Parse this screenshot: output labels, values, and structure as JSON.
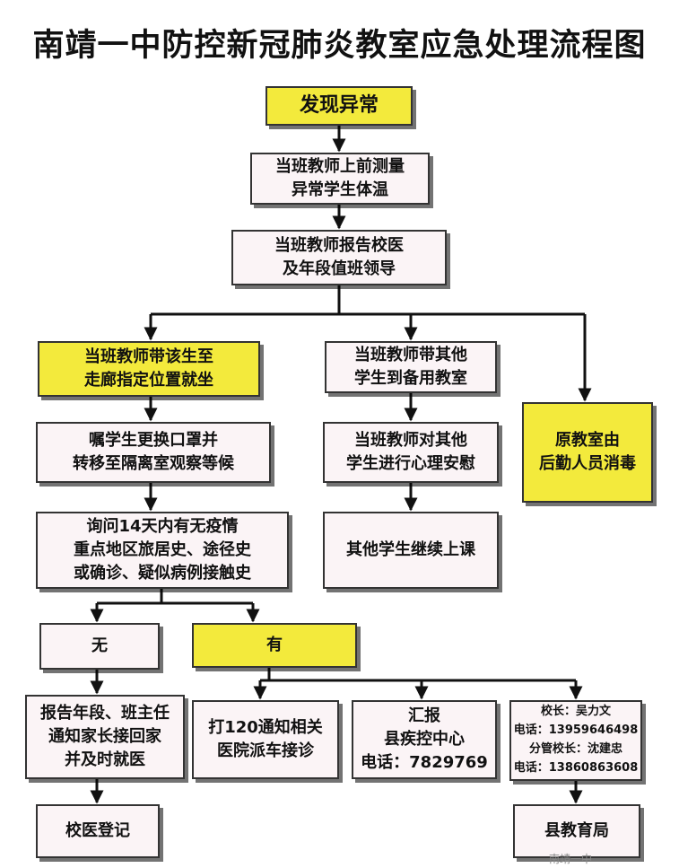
{
  "title": "南靖一中防控新冠肺炎教室应急处理流程图",
  "nodes": {
    "discover": "发现异常",
    "measure": "当班教师上前测量\n异常学生体温",
    "report_doctor": "当班教师报告校医\n及年段值班领导",
    "escort_student": "当班教师带该生至\n走廊指定位置就坐",
    "escort_others": "当班教师带其他\n学生到备用教室",
    "disinfect": "原教室由\n后勤人员消毒",
    "mask_isolate": "嘱学生更换口罩并\n转移至隔离室观察等候",
    "counsel": "当班教师对其他\n学生进行心理安慰",
    "inquire": "询问14天内有无疫情\n重点地区旅居史、途径史\n或确诊、疑似病例接触史",
    "continue_class": "其他学生继续上课",
    "no": "无",
    "yes": "有",
    "notify_parents": "报告年段、班主任\n通知家长接回家\n并及时就医",
    "call_120": "打120通知相关\n医院派车接诊",
    "cdc_report": "汇报\n县疾控中心\n电话：7829769",
    "principals": "校长：吴力文\n电话：13959646498\n分管校长：沈建忠\n电话：13860863608",
    "doctor_register": "校医登记",
    "edu_bureau": "县教育局"
  },
  "watermark": "南靖一中"
}
